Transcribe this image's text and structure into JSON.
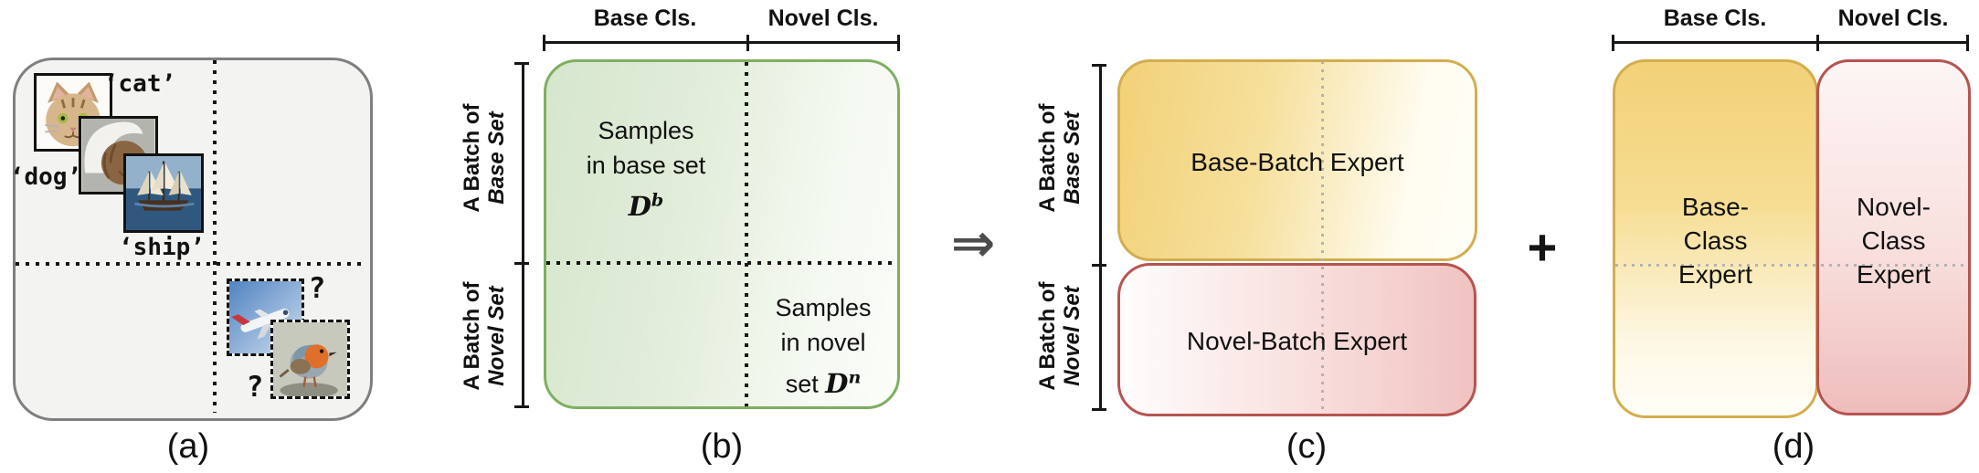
{
  "panel_a": {
    "caption": "(a)",
    "cat_label": "‘cat’",
    "dog_label": "‘dog’",
    "ship_label": "‘ship’",
    "plane_label": "?",
    "bird_label": "?"
  },
  "panel_b": {
    "caption": "(b)",
    "axis_top": {
      "base": "Base Cls.",
      "novel": "Novel Cls."
    },
    "axis_left": {
      "base_line1": "A Batch of",
      "base_line2": "Base Set",
      "novel_line1": "A Batch of",
      "novel_line2": "Novel Set"
    },
    "base_quad": {
      "line1": "Samples",
      "line2": "in base set",
      "dataset_symbol": "D",
      "dataset_sup": "b"
    },
    "novel_quad": {
      "line1": "Samples",
      "line2": "in novel",
      "line3": "set",
      "dataset_symbol": "D",
      "dataset_sup": "n"
    }
  },
  "implies_arrow": "⇒",
  "plus_sign": "+",
  "panel_c": {
    "caption": "(c)",
    "axis_left": {
      "base_line1": "A Batch of",
      "base_line2": "Base Set",
      "novel_line1": "A Batch of",
      "novel_line2": "Novel Set"
    },
    "base_expert": "Base-Batch Expert",
    "novel_expert": "Novel-Batch Expert"
  },
  "panel_d": {
    "caption": "(d)",
    "axis_top": {
      "base": "Base Cls.",
      "novel": "Novel Cls."
    },
    "base_expert": {
      "line1": "Base-",
      "line2": "Class",
      "line3": "Expert"
    },
    "novel_expert": {
      "line1": "Novel-",
      "line2": "Class",
      "line3": "Expert"
    }
  },
  "colors": {
    "panel_border_gray": "#7f7f7f",
    "green_fill": "#d6e6ce",
    "green_border": "#82b366",
    "yellow_fill": "#f2d178",
    "yellow_border": "#d6b656",
    "red_fill": "#f0c3c1",
    "red_border": "#b85450",
    "arrow_gray": "#4d4d4d"
  }
}
